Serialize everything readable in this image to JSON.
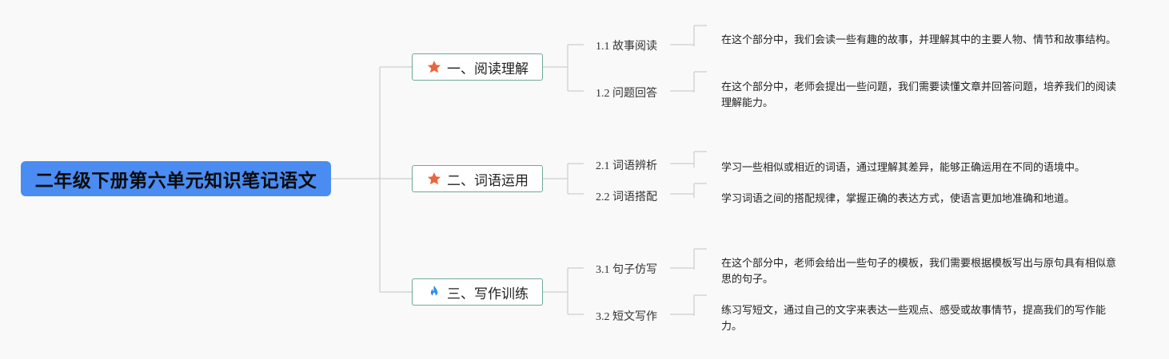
{
  "root": {
    "title": "二年级下册第六单元知识笔记语文"
  },
  "colors": {
    "root_bg": "#4a8cf2",
    "topic_border": "#6fa89a",
    "star": "#e8663c",
    "flame": "#2f8de4",
    "connector": "#cfcfcf"
  },
  "topics": [
    {
      "label": "一、阅读理解",
      "icon": "star-icon",
      "subs": [
        {
          "label": "1.1 故事阅读",
          "desc": "在这个部分中，我们会读一些有趣的故事，并理解其中的主要人物、情节和故事结构。"
        },
        {
          "label": "1.2 问题回答",
          "desc": "在这个部分中，老师会提出一些问题，我们需要读懂文章并回答问题，培养我们的阅读理解能力。"
        }
      ]
    },
    {
      "label": "二、词语运用",
      "icon": "star-icon",
      "subs": [
        {
          "label": "2.1 词语辨析",
          "desc": "学习一些相似或相近的词语，通过理解其差异，能够正确运用在不同的语境中。"
        },
        {
          "label": "2.2 词语搭配",
          "desc": "学习词语之间的搭配规律，掌握正确的表达方式，使语言更加地准确和地道。"
        }
      ]
    },
    {
      "label": "三、写作训练",
      "icon": "flame-icon",
      "subs": [
        {
          "label": "3.1 句子仿写",
          "desc": "在这个部分中，老师会给出一些句子的模板，我们需要根据模板写出与原句具有相似意思的句子。"
        },
        {
          "label": "3.2 短文写作",
          "desc": "练习写短文，通过自己的文字来表达一些观点、感受或故事情节，提高我们的写作能力。"
        }
      ]
    }
  ]
}
